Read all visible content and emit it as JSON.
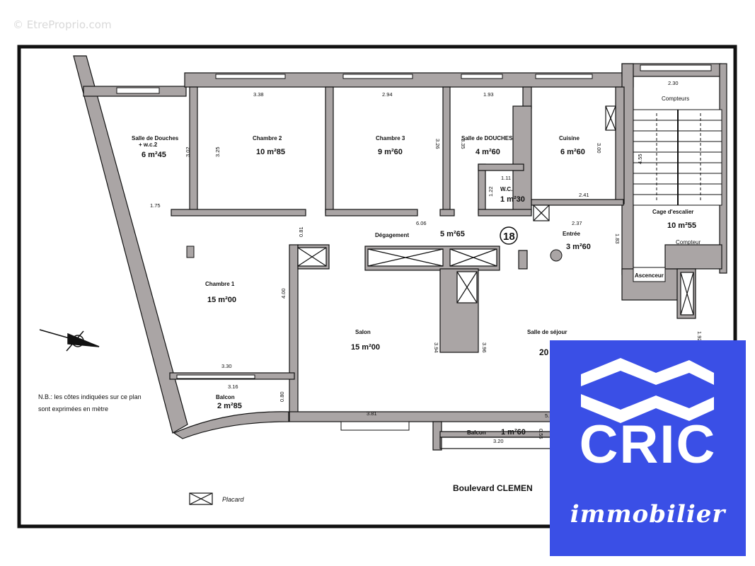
{
  "watermark": "© EtreProprio.com",
  "rooms": [
    {
      "id": "sdd2",
      "name": "Salle de Douches",
      "name2": "+ w.c.2",
      "area": "6 m²45"
    },
    {
      "id": "ch2",
      "name": "Chambre 2",
      "area": "10 m²85"
    },
    {
      "id": "ch3",
      "name": "Chambre 3",
      "area": "9 m²60"
    },
    {
      "id": "sdd",
      "name": "Salle de DOUCHES",
      "area": "4 m²60"
    },
    {
      "id": "cuisine",
      "name": "Cuisine",
      "area": "6 m²60"
    },
    {
      "id": "escalier",
      "name": "Cage d'escalier",
      "area": "10 m²55"
    },
    {
      "id": "wc",
      "name": "W.C.",
      "area": "1 m²30"
    },
    {
      "id": "degagement",
      "name": "Dégagement",
      "area": "5 m²65"
    },
    {
      "id": "entree",
      "name": "Entrée",
      "area": "3 m²60"
    },
    {
      "id": "ch1",
      "name": "Chambre 1",
      "area": "15 m²00"
    },
    {
      "id": "salon",
      "name": "Salon",
      "area": "15 m²00"
    },
    {
      "id": "sejour",
      "name": "Salle de séjour",
      "area": "20"
    },
    {
      "id": "balcon1",
      "name": "Balcon",
      "area": "2 m²85"
    },
    {
      "id": "balcon2",
      "name": "Balcon",
      "area": "1 m²60"
    }
  ],
  "labels": {
    "ascenseur": "Ascenceur",
    "compteurs": "Compteurs",
    "compteur": "Compteur",
    "apartment_no": "18",
    "street": "Boulevard  CLEMEN",
    "legend": "Placard",
    "note_line1": "N.B.: les côtes indiquées sur ce plan",
    "note_line2": "sont exprimées en mètre"
  },
  "dims": {
    "d338": "3.38",
    "d294": "2.94",
    "d193": "1.93",
    "d230": "2.30",
    "d302": "3.02",
    "d325": "3.25",
    "d326": "3.26",
    "d335": "3.35",
    "d300": "3.00",
    "d455": "4.55",
    "d111": "1.11",
    "d122": "1.22",
    "d241": "2.41",
    "d175": "1.75",
    "d606": "6.06",
    "d237": "2.37",
    "d081": "0.81",
    "d183": "1.83",
    "d400": "4.00",
    "d394": "3.94",
    "d396": "3.96",
    "d330": "3.30",
    "d316": "3.16",
    "d080": "0.80",
    "d381": "3.81",
    "d320": "3.20",
    "d055": "0.55",
    "d192": "1.92",
    "d5x": "5."
  },
  "logo": {
    "brand": "CRIC",
    "sub": "immobilier",
    "bg": "#3a4fe6",
    "fg": "#ffffff"
  },
  "colors": {
    "wall": "#aaa5a5",
    "line": "#111111"
  }
}
